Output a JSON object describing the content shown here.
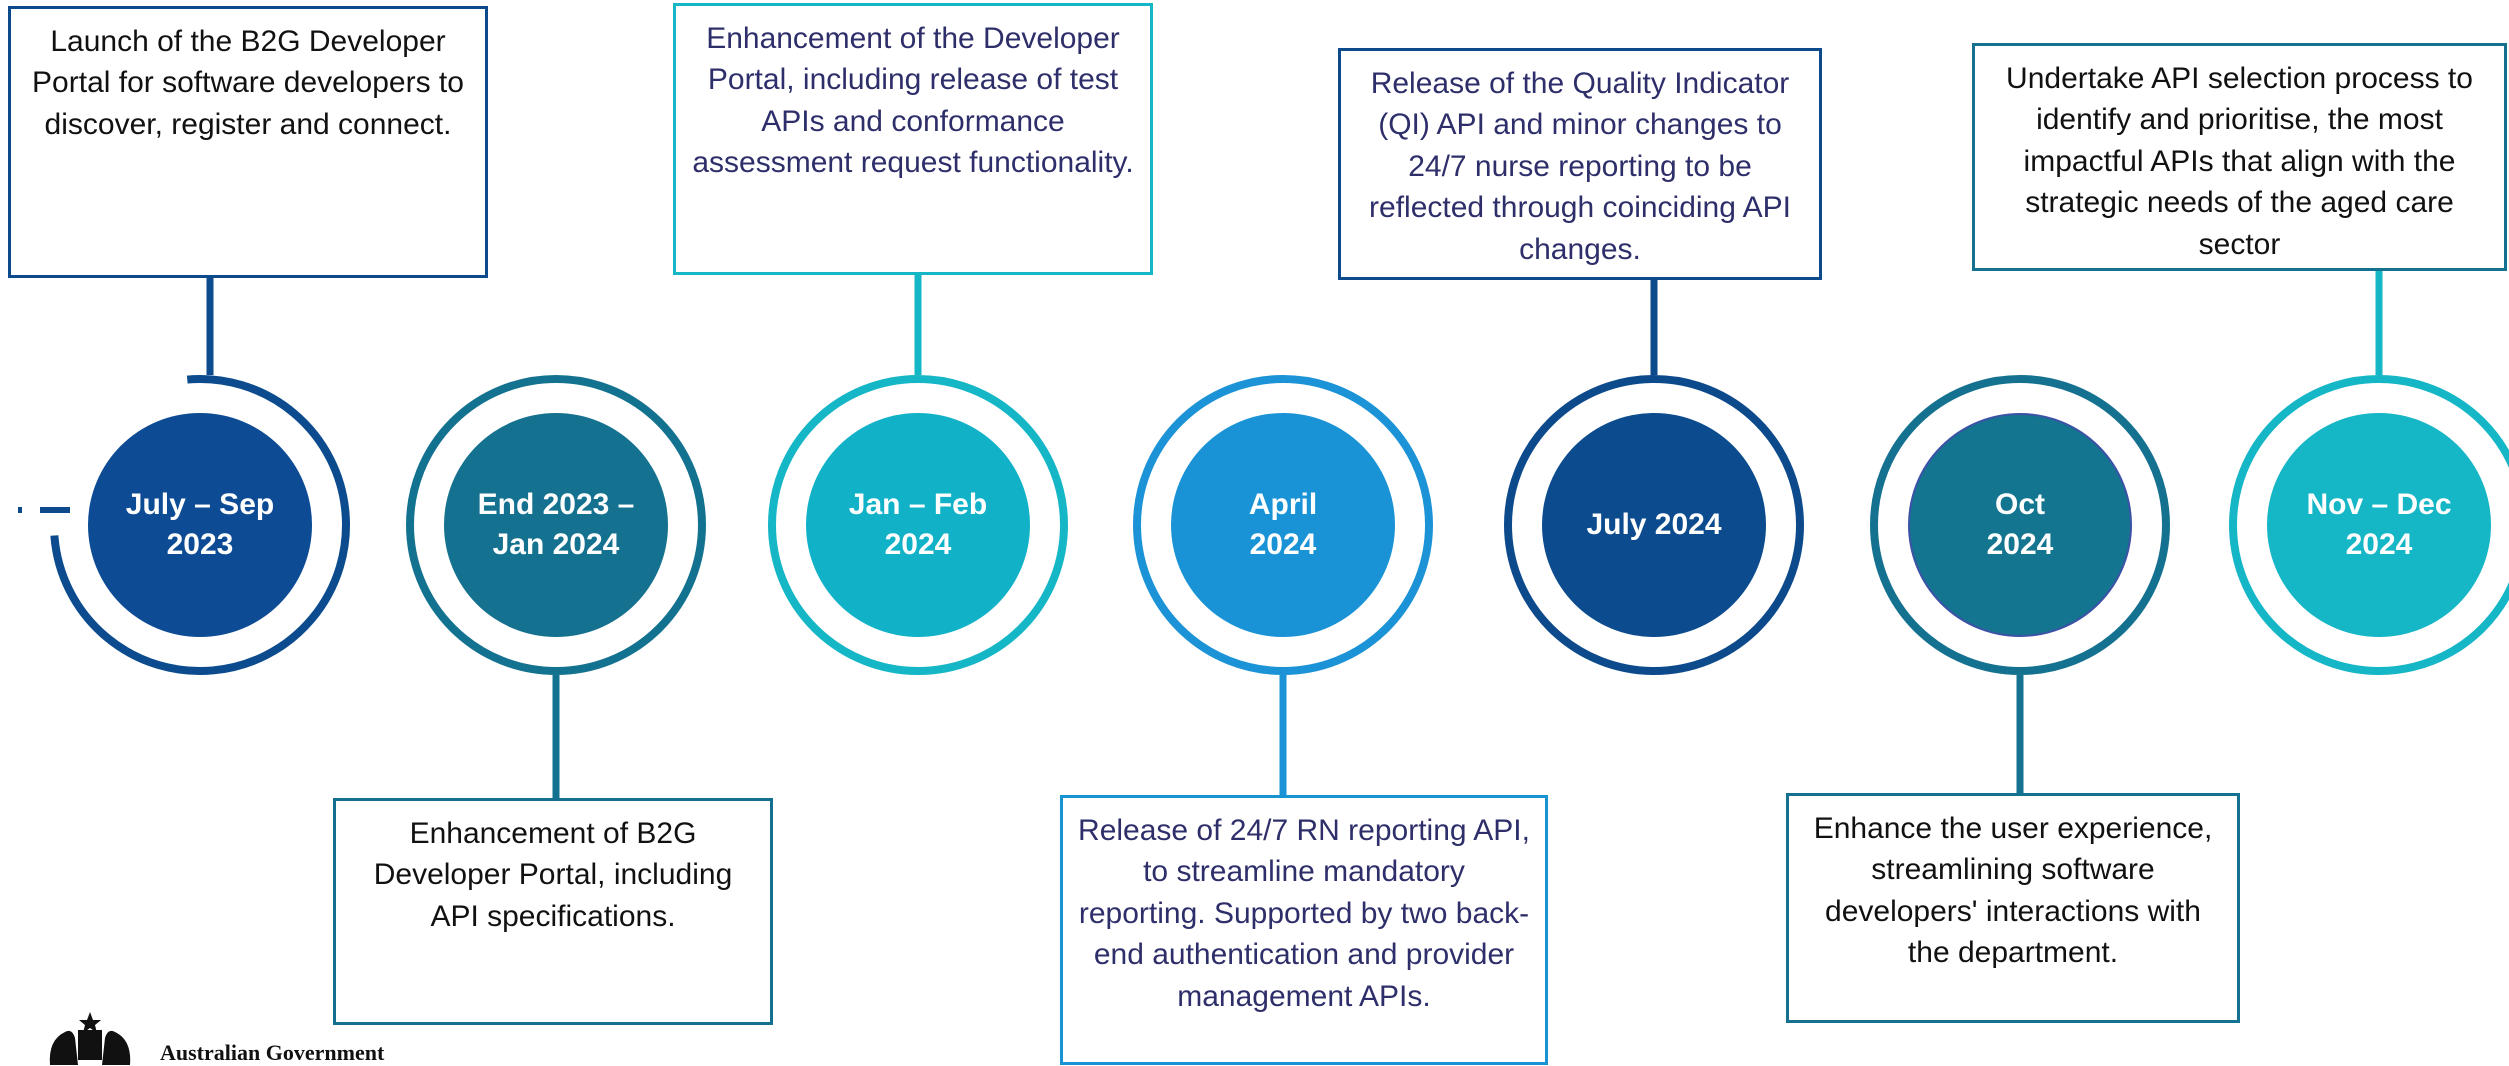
{
  "milestones": [
    {
      "date": "July – Sep\n2023",
      "desc": "Launch of the B2G Developer Portal for software developers to discover, register and connect.",
      "placement": "above",
      "color": "#0d4c94"
    },
    {
      "date": "End 2023 –\nJan 2024",
      "desc": "Enhancement of B2G Developer Portal, including API specifications.",
      "placement": "below",
      "color": "#14718f"
    },
    {
      "date": "Jan – Feb\n2024",
      "desc": "Enhancement of the Developer Portal, including release of test APIs and conformance assessment request functionality.",
      "placement": "above",
      "color": "#11b2c8"
    },
    {
      "date": "April\n2024",
      "desc": "Release of 24/7 RN reporting API, to streamline mandatory reporting. Supported by two back-end authentication and provider management APIs.",
      "placement": "below",
      "color": "#1a93d6"
    },
    {
      "date": "July 2024",
      "desc": "Release of the Quality Indicator (QI) API and minor changes to 24/7 nurse reporting to be reflected through coinciding API changes.",
      "placement": "above",
      "color": "#0b4b8e"
    },
    {
      "date": "Oct\n2024",
      "desc": "Enhance the user experience, streamlining software developers' interactions with the department.",
      "placement": "below",
      "color": "#13758f"
    },
    {
      "date": "Nov – Dec\n2024",
      "desc": "Undertake API selection process to identify and prioritise, the most impactful APIs that align with the strategic needs of the aged care sector",
      "placement": "above",
      "color": "#15b6c6"
    }
  ],
  "footer": {
    "org": "Australian Government"
  }
}
